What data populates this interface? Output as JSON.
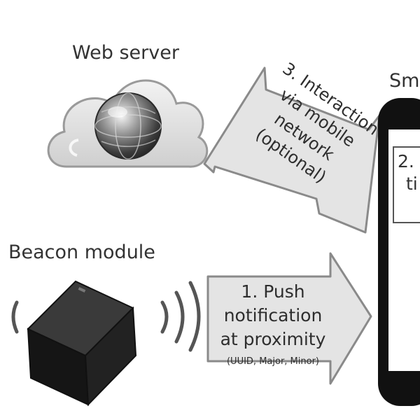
{
  "labels": {
    "web_server": "Web server",
    "beacon_module": "Beacon module",
    "smartphone_partial": "Sm"
  },
  "arrows": {
    "interaction": {
      "lines": [
        "3. Interaction",
        "via mobile",
        "network",
        "(optional)"
      ]
    },
    "push": {
      "lines": [
        "1. Push",
        "notification",
        "at proximity"
      ],
      "small": "(UUID, Major, Minor)"
    }
  },
  "phone_box": {
    "lines": [
      "2.",
      "ti"
    ]
  },
  "colors": {
    "arrow_fill": "#e4e4e4",
    "arrow_stroke": "#8a8a8a",
    "phone_body": "#111111",
    "beacon_body": "#1e1e1e"
  }
}
